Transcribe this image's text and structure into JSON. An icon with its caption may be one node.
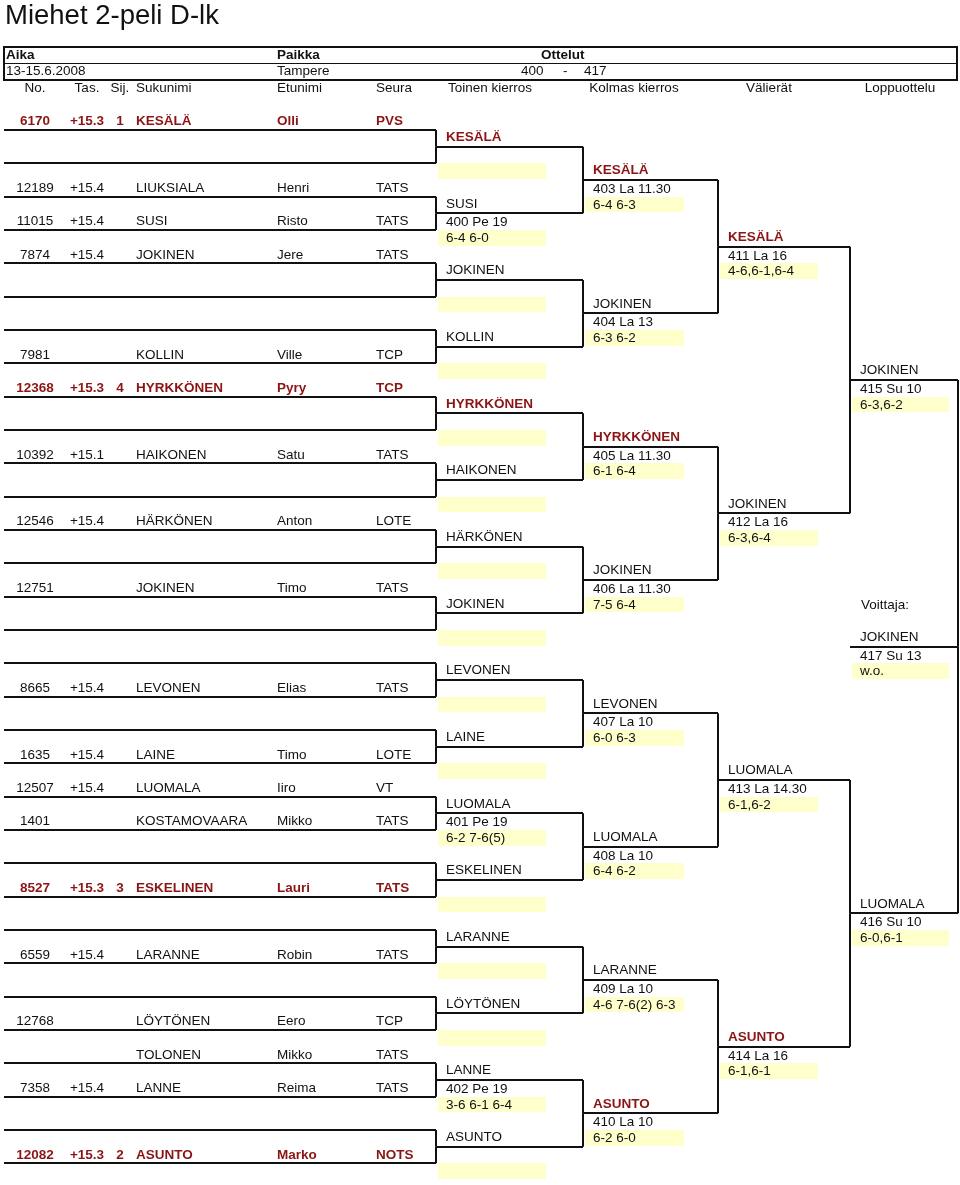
{
  "diagram": {
    "title": "Miehet 2-peli D-lk",
    "nodes": [
      {
        "text": [
          "6170",
          "+15.3",
          "1",
          "KESÄLÄ",
          "Olli",
          "PVS"
        ]
      },
      {
        "text": [],
        "shape": "line"
      },
      {
        "text": [
          "12189",
          "+15.4",
          "LIUKSIALA",
          "Henri",
          "TATS"
        ]
      },
      {
        "text": [
          "11015",
          "+15.4",
          "SUSI",
          "Risto",
          "TATS"
        ]
      },
      {
        "text": [
          "7874",
          "+15.4",
          "JOKINEN",
          "Jere",
          "TATS"
        ]
      },
      {
        "text": [],
        "shape": "line"
      },
      {
        "text": [],
        "shape": "line"
      },
      {
        "text": [
          "7981",
          "KOLLIN",
          "Ville",
          "TCP"
        ]
      },
      {
        "text": [
          "12368",
          "+15.3",
          "4",
          "HYRKKÖNEN",
          "Pyry",
          "TCP"
        ]
      },
      {
        "text": [],
        "shape": "line"
      },
      {
        "text": [
          "10392",
          "+15.1",
          "HAIKONEN",
          "Satu",
          "TATS"
        ]
      },
      {
        "text": [],
        "shape": "line"
      },
      {
        "text": [
          "12546",
          "+15.4",
          "HÄRKÖNEN",
          "Anton",
          "LOTE"
        ]
      },
      {
        "text": [],
        "shape": "line"
      },
      {
        "text": [
          "12751",
          "JOKINEN",
          "Timo",
          "TATS"
        ]
      },
      {
        "text": [],
        "shape": "line"
      },
      {
        "text": [],
        "shape": "line"
      },
      {
        "text": [
          "8665",
          "+15.4",
          "LEVONEN",
          "Elias",
          "TATS"
        ]
      },
      {
        "text": [],
        "shape": "line"
      },
      {
        "text": [
          "1635",
          "+15.4",
          "LAINE",
          "Timo",
          "LOTE"
        ]
      },
      {
        "text": [
          "12507",
          "+15.4",
          "LUOMALA",
          "Iiro",
          "VT"
        ]
      },
      {
        "text": [
          "1401",
          "KOSTAMOVAARA",
          "Mikko",
          "TATS"
        ]
      },
      {
        "text": [],
        "shape": "line"
      },
      {
        "text": [
          "8527",
          "+15.3",
          "3",
          "ESKELINEN",
          "Lauri",
          "TATS"
        ]
      },
      {
        "text": [],
        "shape": "line"
      },
      {
        "text": [
          "6559",
          "+15.4",
          "LARANNE",
          "Robin",
          "TATS"
        ]
      },
      {
        "text": [],
        "shape": "line"
      },
      {
        "text": [
          "12768",
          "LÖYTÖNEN",
          "Eero",
          "TCP"
        ]
      },
      {
        "text": [
          "TOLONEN",
          "Mikko",
          "TATS"
        ]
      },
      {
        "text": [
          "7358",
          "+15.4",
          "LANNE",
          "Reima",
          "TATS"
        ]
      },
      {
        "text": [],
        "shape": "line"
      },
      {
        "text": [
          "12082",
          "+15.3",
          "2",
          "ASUNTO",
          "Marko",
          "NOTS"
        ]
      },
      {
        "text": [
          "KESÄLÄ"
        ]
      },
      {
        "text": [
          "SUSI",
          "400 Pe 19",
          "6-4 6-0"
        ]
      },
      {
        "text": [
          "JOKINEN"
        ]
      },
      {
        "text": [
          "KOLLIN"
        ]
      },
      {
        "text": [
          "HYRKKÖNEN"
        ]
      },
      {
        "text": [
          "HAIKONEN"
        ]
      },
      {
        "text": [
          "HÄRKÖNEN"
        ]
      },
      {
        "text": [
          "JOKINEN"
        ]
      },
      {
        "text": [
          "LEVONEN"
        ]
      },
      {
        "text": [
          "LAINE"
        ]
      },
      {
        "text": [
          "LUOMALA",
          "401 Pe 19",
          "6-2 7-6(5)"
        ]
      },
      {
        "text": [
          "ESKELINEN"
        ]
      },
      {
        "text": [
          "LARANNE"
        ]
      },
      {
        "text": [
          "LÖYTÖNEN"
        ]
      },
      {
        "text": [
          "LANNE",
          "402 Pe 19",
          "3-6 6-1 6-4"
        ]
      },
      {
        "text": [
          "ASUNTO"
        ]
      },
      {
        "text": [
          "KESÄLÄ",
          "403 La 11.30",
          "6-4 6-3"
        ]
      },
      {
        "text": [
          "JOKINEN",
          "404 La 13",
          "6-3 6-2"
        ]
      },
      {
        "text": [
          "HYRKKÖNEN",
          "405 La 11.30",
          "6-1 6-4"
        ]
      },
      {
        "text": [
          "JOKINEN",
          "406 La 11.30",
          "7-5 6-4"
        ]
      },
      {
        "text": [
          "LEVONEN",
          "407 La 10",
          "6-0 6-3"
        ]
      },
      {
        "text": [
          "LUOMALA",
          "408 La 10",
          "6-4 6-2"
        ]
      },
      {
        "text": [
          "LARANNE",
          "409 La 10",
          "4-6 7-6(2) 6-3"
        ]
      },
      {
        "text": [
          "ASUNTO",
          "410 La 10",
          "6-2 6-0"
        ]
      },
      {
        "text": [
          "KESÄLÄ",
          "411 La 16",
          "4-6,6-1,6-4"
        ]
      },
      {
        "text": [
          "JOKINEN",
          "412 La 16",
          "6-3,6-4"
        ]
      },
      {
        "text": [
          "LUOMALA",
          "413 La 14.30",
          "6-1,6-2"
        ]
      },
      {
        "text": [
          "ASUNTO",
          "414 La 16",
          "6-1,6-1"
        ]
      },
      {
        "text": [
          "JOKINEN",
          "415 Su 10",
          "6-3,6-2"
        ]
      },
      {
        "text": [
          "LUOMALA",
          "416 Su 10",
          "6-0,6-1"
        ]
      },
      {
        "text": [
          "JOKINEN",
          "417 Su 13",
          "w.o."
        ]
      }
    ],
    "edges": [
      {
        "from": 0,
        "to": 32,
        "arrow": "none"
      },
      {
        "from": 1,
        "to": 32,
        "arrow": "none"
      },
      {
        "from": 2,
        "to": 33,
        "arrow": "none"
      },
      {
        "from": 3,
        "to": 33,
        "arrow": "none"
      },
      {
        "from": 4,
        "to": 34,
        "arrow": "none"
      },
      {
        "from": 5,
        "to": 34,
        "arrow": "none"
      },
      {
        "from": 6,
        "to": 35,
        "arrow": "none"
      },
      {
        "from": 7,
        "to": 35,
        "arrow": "none"
      },
      {
        "from": 8,
        "to": 36,
        "arrow": "none"
      },
      {
        "from": 9,
        "to": 36,
        "arrow": "none"
      },
      {
        "from": 10,
        "to": 37,
        "arrow": "none"
      },
      {
        "from": 11,
        "to": 37,
        "arrow": "none"
      },
      {
        "from": 12,
        "to": 38,
        "arrow": "none"
      },
      {
        "from": 13,
        "to": 38,
        "arrow": "none"
      },
      {
        "from": 14,
        "to": 39,
        "arrow": "none"
      },
      {
        "from": 15,
        "to": 39,
        "arrow": "none"
      },
      {
        "from": 16,
        "to": 40,
        "arrow": "none"
      },
      {
        "from": 17,
        "to": 40,
        "arrow": "none"
      },
      {
        "from": 18,
        "to": 41,
        "arrow": "none"
      },
      {
        "from": 19,
        "to": 41,
        "arrow": "none"
      },
      {
        "from": 20,
        "to": 42,
        "arrow": "none"
      },
      {
        "from": 21,
        "to": 42,
        "arrow": "none"
      },
      {
        "from": 22,
        "to": 43,
        "arrow": "none"
      },
      {
        "from": 23,
        "to": 43,
        "arrow": "none"
      },
      {
        "from": 24,
        "to": 44,
        "arrow": "none"
      },
      {
        "from": 25,
        "to": 44,
        "arrow": "none"
      },
      {
        "from": 26,
        "to": 45,
        "arrow": "none"
      },
      {
        "from": 27,
        "to": 45,
        "arrow": "none"
      },
      {
        "from": 28,
        "to": 46,
        "arrow": "none"
      },
      {
        "from": 29,
        "to": 46,
        "arrow": "none"
      },
      {
        "from": 30,
        "to": 47,
        "arrow": "none"
      },
      {
        "from": 31,
        "to": 47,
        "arrow": "none"
      },
      {
        "from": 32,
        "to": 48,
        "arrow": "none"
      },
      {
        "from": 33,
        "to": 48,
        "arrow": "none"
      },
      {
        "from": 34,
        "to": 49,
        "arrow": "none"
      },
      {
        "from": 35,
        "to": 49,
        "arrow": "none"
      },
      {
        "from": 36,
        "to": 50,
        "arrow": "none"
      },
      {
        "from": 37,
        "to": 50,
        "arrow": "none"
      },
      {
        "from": 38,
        "to": 51,
        "arrow": "none"
      },
      {
        "from": 39,
        "to": 51,
        "arrow": "none"
      },
      {
        "from": 40,
        "to": 52,
        "arrow": "none"
      },
      {
        "from": 41,
        "to": 52,
        "arrow": "none"
      },
      {
        "from": 42,
        "to": 53,
        "arrow": "none"
      },
      {
        "from": 43,
        "to": 53,
        "arrow": "none"
      },
      {
        "from": 44,
        "to": 54,
        "arrow": "none"
      },
      {
        "from": 45,
        "to": 54,
        "arrow": "none"
      },
      {
        "from": 46,
        "to": 55,
        "arrow": "none"
      },
      {
        "from": 47,
        "to": 55,
        "arrow": "none"
      },
      {
        "from": 48,
        "to": 56,
        "arrow": "none"
      },
      {
        "from": 49,
        "to": 56,
        "arrow": "none"
      },
      {
        "from": 50,
        "to": 57,
        "arrow": "none"
      },
      {
        "from": 51,
        "to": 57,
        "arrow": "none"
      },
      {
        "from": 52,
        "to": 58,
        "arrow": "none"
      },
      {
        "from": 53,
        "to": 58,
        "arrow": "none"
      },
      {
        "from": 54,
        "to": 59,
        "arrow": "none"
      },
      {
        "from": 55,
        "to": 59,
        "arrow": "none"
      },
      {
        "from": 56,
        "to": 60,
        "arrow": "none"
      },
      {
        "from": 57,
        "to": 60,
        "arrow": "none"
      },
      {
        "from": 58,
        "to": 61,
        "arrow": "none"
      },
      {
        "from": 59,
        "to": 61,
        "arrow": "none"
      },
      {
        "from": 60,
        "to": 62,
        "arrow": "none"
      },
      {
        "from": 61,
        "to": 62,
        "arrow": "none"
      }
    ],
    "labels": [
      "Aika",
      "Paikka",
      "Ottelut",
      "13-15.6.2008",
      "Tampere",
      "400",
      "-",
      "417",
      "No.",
      "Tas.",
      "Sij.",
      "Sukunimi",
      "Etunimi",
      "Seura",
      "Toinen kierros",
      "Kolmas kierros",
      "Välierät",
      "Loppuottelu",
      "Voittaja:"
    ]
  }
}
